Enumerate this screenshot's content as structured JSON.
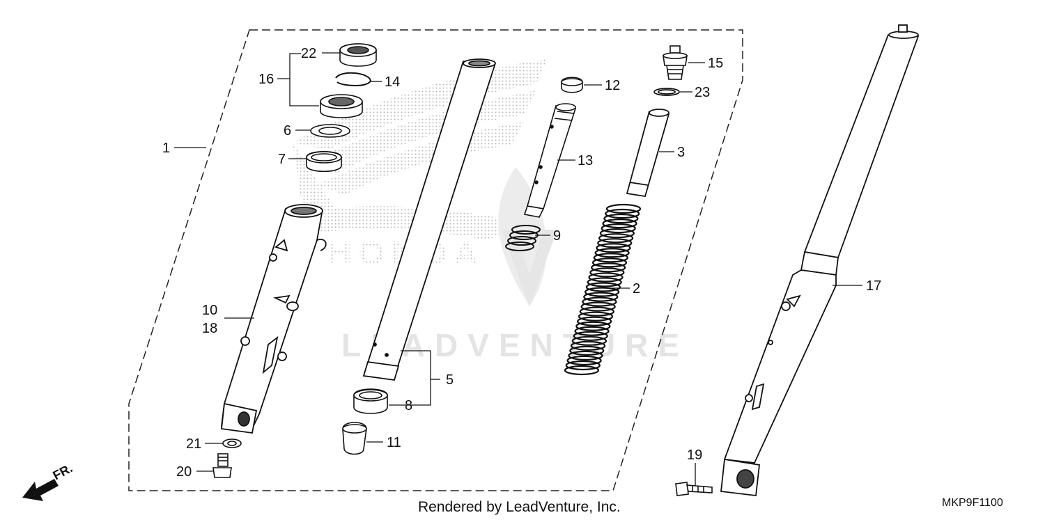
{
  "diagram": {
    "callouts": [
      {
        "id": "c22",
        "text": "22"
      },
      {
        "id": "c16",
        "text": "16"
      },
      {
        "id": "c14",
        "text": "14"
      },
      {
        "id": "c6",
        "text": "6"
      },
      {
        "id": "c7",
        "text": "7"
      },
      {
        "id": "c1",
        "text": "1"
      },
      {
        "id": "c10",
        "text": "10"
      },
      {
        "id": "c18",
        "text": "18"
      },
      {
        "id": "c21",
        "text": "21"
      },
      {
        "id": "c20",
        "text": "20"
      },
      {
        "id": "c12",
        "text": "12"
      },
      {
        "id": "c13",
        "text": "13"
      },
      {
        "id": "c9",
        "text": "9"
      },
      {
        "id": "c15",
        "text": "15"
      },
      {
        "id": "c23",
        "text": "23"
      },
      {
        "id": "c3",
        "text": "3"
      },
      {
        "id": "c2",
        "text": "2"
      },
      {
        "id": "c5",
        "text": "5"
      },
      {
        "id": "c8",
        "text": "8"
      },
      {
        "id": "c11",
        "text": "11"
      },
      {
        "id": "c17",
        "text": "17"
      },
      {
        "id": "c19",
        "text": "19"
      }
    ],
    "direction_marker": "FR.",
    "watermark_brand": "HONDA",
    "watermark_dealer": "LEADVENTURE"
  },
  "footer": {
    "rendered_by": "Rendered by LeadVenture, Inc.",
    "diagram_code": "MKP9F1100"
  }
}
